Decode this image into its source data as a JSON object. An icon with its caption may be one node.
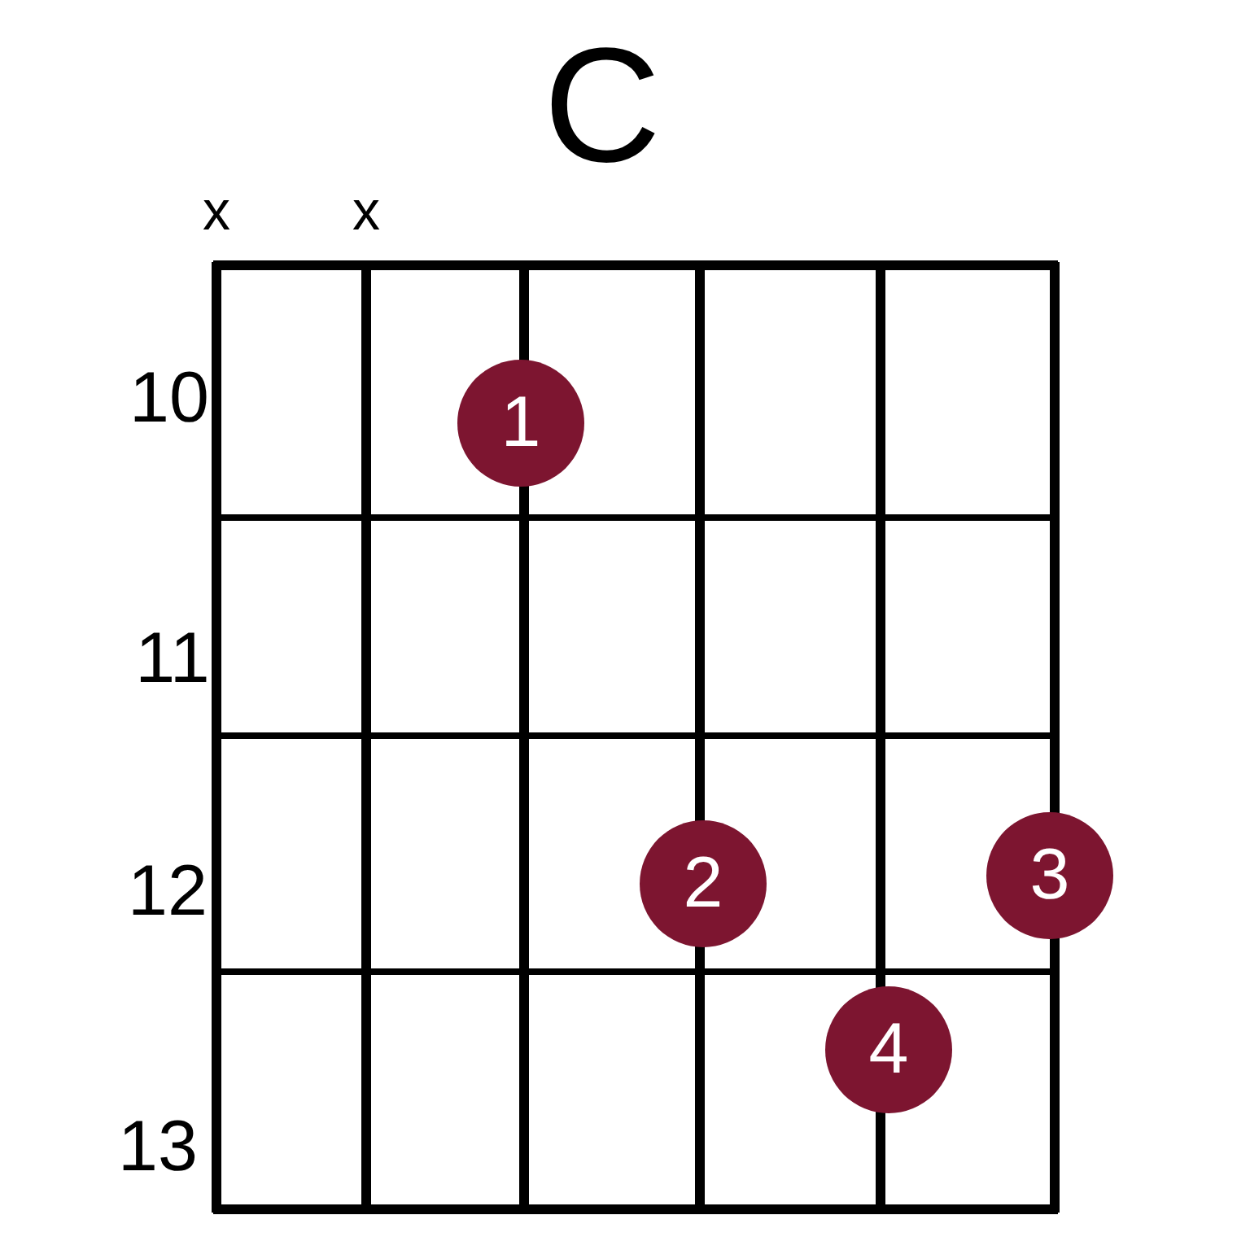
{
  "diagram": {
    "title": "C",
    "nodes": [
      {
        "text": [
          "1"
        ]
      },
      {
        "text": [
          "2"
        ]
      },
      {
        "text": [
          "3"
        ]
      },
      {
        "text": [
          "4"
        ]
      }
    ],
    "labels": [
      "x",
      "x",
      "10",
      "11",
      "12",
      "13"
    ]
  }
}
